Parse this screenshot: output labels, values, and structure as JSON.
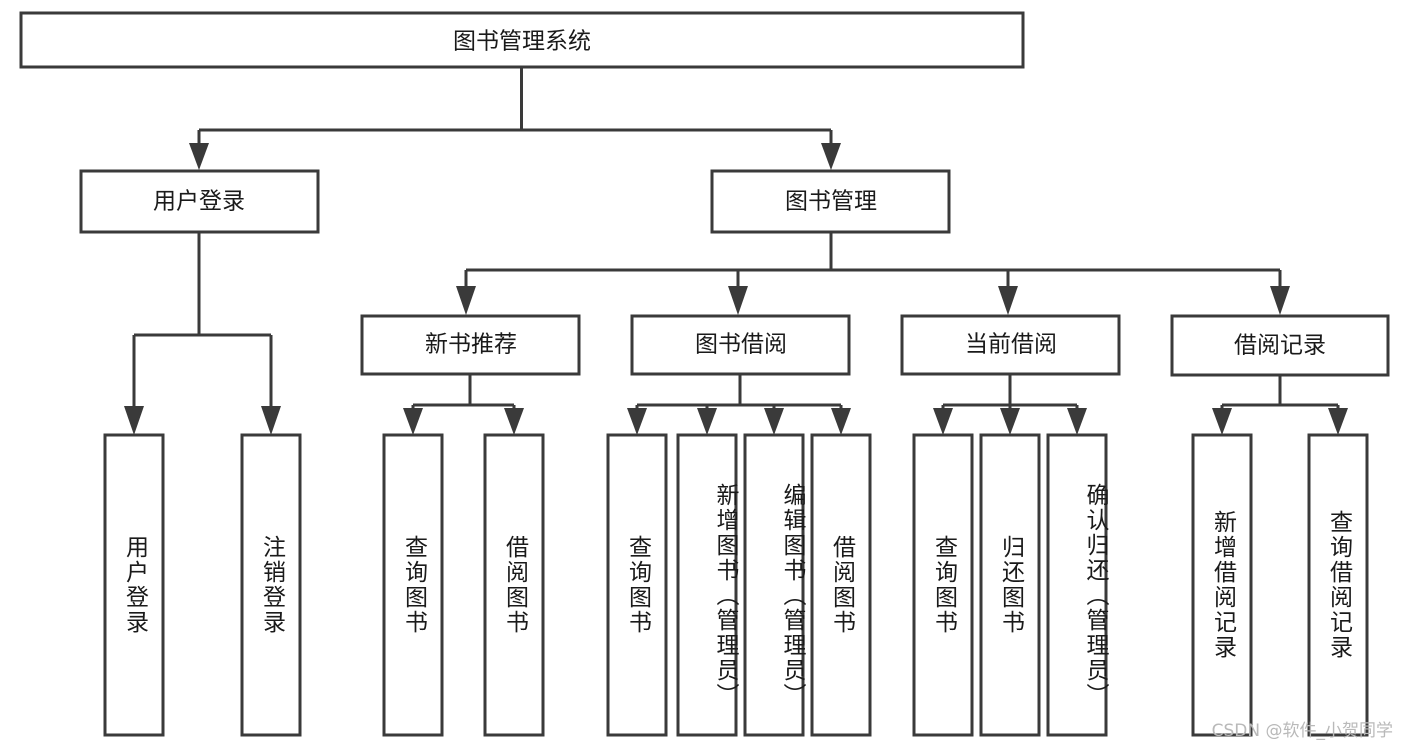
{
  "diagram": {
    "title": "图书管理系统",
    "type": "hierarchy-tree",
    "colors": {
      "stroke": "#3a3a3a",
      "fill": "#ffffff",
      "text": "#1a1a1a",
      "watermark": "#b9b9b9",
      "background": "#ffffff"
    },
    "root": {
      "label": "图书管理系统"
    },
    "level2": [
      {
        "label": "用户登录"
      },
      {
        "label": "图书管理"
      }
    ],
    "level3": [
      {
        "label": "新书推荐"
      },
      {
        "label": "图书借阅"
      },
      {
        "label": "当前借阅"
      },
      {
        "label": "借阅记录"
      }
    ],
    "leaves": {
      "user_login": [
        {
          "label": "用户登录"
        },
        {
          "label": "注销登录"
        }
      ],
      "new_book": [
        {
          "label": "查询图书"
        },
        {
          "label": "借阅图书"
        }
      ],
      "book_borrow": [
        {
          "label": "查询图书"
        },
        {
          "label": "新增图书（管理员）"
        },
        {
          "label": "编辑图书（管理员）"
        },
        {
          "label": "借阅图书"
        }
      ],
      "current_borrow": [
        {
          "label": "查询图书"
        },
        {
          "label": "归还图书"
        },
        {
          "label": "确认归还（管理员）"
        }
      ],
      "borrow_record": [
        {
          "label": "新增借阅记录"
        },
        {
          "label": "查询借阅记录"
        }
      ]
    },
    "watermark": "CSDN @软件_小贺同学"
  }
}
